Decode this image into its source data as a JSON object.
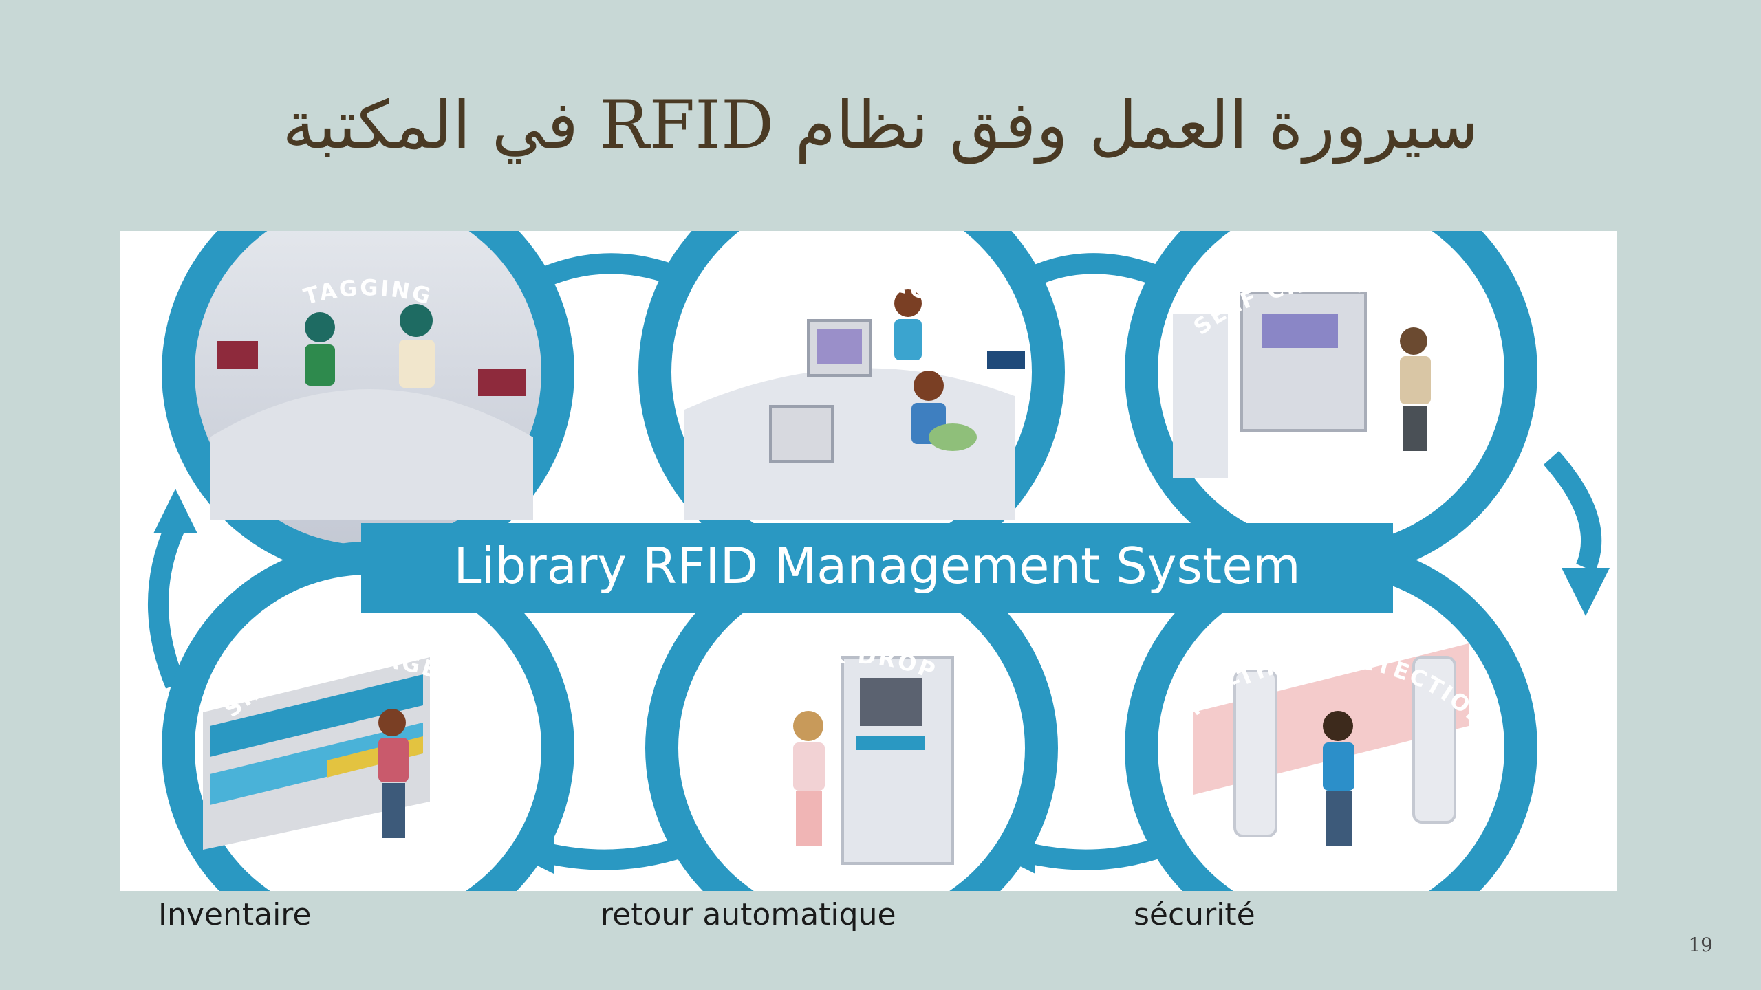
{
  "slide": {
    "title": "سيرورة العمل وفق نظام RFID في المكتبة",
    "page_number": "19"
  },
  "diagram": {
    "center_label": "Library RFID Management System",
    "stages": [
      {
        "label": "TAGGING"
      },
      {
        "label": "CHECK IN / CHECK OUT"
      },
      {
        "label": "SELF CHECK IN/OUT"
      },
      {
        "label": "ANTI-THEFT DETECTION"
      },
      {
        "label": "BOOK DROP"
      },
      {
        "label": "SHELF MANAGEMENT"
      }
    ],
    "colors": {
      "ring": "#2a98c2",
      "ring_dark": "#1f87b0",
      "label_box": "#2a98c2",
      "label_text": "#ffffff"
    }
  },
  "captions": {
    "inventaire": "Inventaire",
    "retour": "retour automatique",
    "securite": "sécurité"
  }
}
